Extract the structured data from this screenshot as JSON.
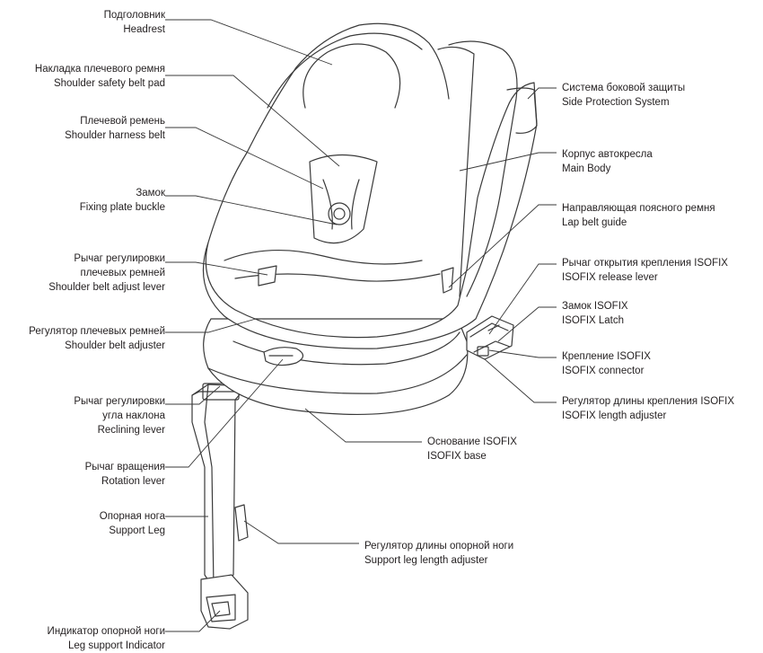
{
  "labels": {
    "headrest": {
      "ru": "Подголовник",
      "en": "Headrest"
    },
    "shoulder_pad": {
      "ru": "Накладка плечевого ремня",
      "en": "Shoulder safety belt pad"
    },
    "shoulder_harness": {
      "ru": "Плечевой ремень",
      "en": "Shoulder harness belt"
    },
    "buckle": {
      "ru": "Замок",
      "en": "Fixing plate buckle"
    },
    "adjust_lever": {
      "ru1": "Рычаг регулировки",
      "ru2": "плечевых ремней",
      "en": "Shoulder belt adjust lever"
    },
    "belt_adjuster": {
      "ru": "Регулятор плечевых ремней",
      "en": "Shoulder belt adjuster"
    },
    "recline_lever": {
      "ru1": "Рычаг регулировки",
      "ru2": "угла наклона",
      "en": "Reclining lever"
    },
    "rotation_lever": {
      "ru": "Рычаг вращения",
      "en": "Rotation lever"
    },
    "support_leg": {
      "ru": "Опорная нога",
      "en": "Support Leg"
    },
    "leg_indicator": {
      "ru": "Индикатор опорной ноги",
      "en": "Leg support Indicator"
    },
    "side_protection": {
      "ru": "Система боковой защиты",
      "en": "Side Protection System"
    },
    "main_body": {
      "ru": "Корпус автокресла",
      "en": "Main Body"
    },
    "lap_guide": {
      "ru": "Направляющая поясного ремня",
      "en": "Lap belt guide"
    },
    "isofix_release": {
      "ru": "Рычаг открытия крепления ISOFIX",
      "en": "ISOFIX release lever"
    },
    "isofix_latch": {
      "ru": "Замок ISOFIX",
      "en": "ISOFIX Latch"
    },
    "isofix_connector": {
      "ru": "Крепление ISOFIX",
      "en": "ISOFIX connector"
    },
    "isofix_length": {
      "ru": "Регулятор длины крепления ISOFIX",
      "en": "ISOFIX length adjuster"
    },
    "isofix_base": {
      "ru": "Основание ISOFIX",
      "en": "ISOFIX base"
    },
    "leg_length": {
      "ru": "Регулятор длины опорной ноги",
      "en": "Support leg length adjuster"
    }
  },
  "colors": {
    "ink": "#231f20",
    "line": "#3a3a3a"
  }
}
